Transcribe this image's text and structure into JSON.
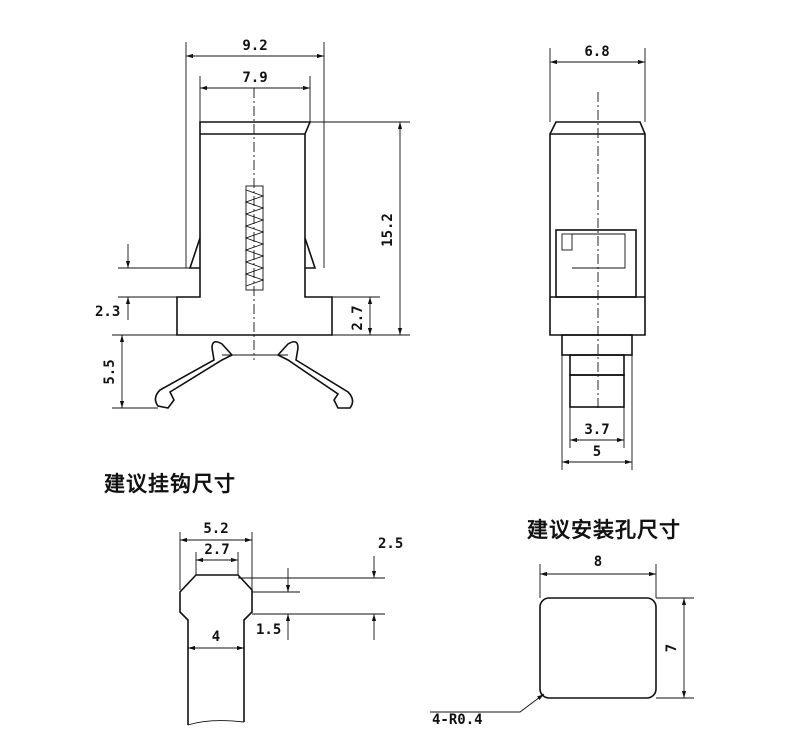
{
  "headings": {
    "hook_size": "建议挂钩尺寸",
    "hole_size": "建议安装孔尺寸"
  },
  "front_view": {
    "width_outer": "9.2",
    "width_inner": "7.9",
    "height_total": "15.2",
    "flange_step": "2.3",
    "flange_height": "2.7",
    "clip_height": "5.5"
  },
  "side_view": {
    "width": "6.8",
    "width_inner": "3.7",
    "width_outer": "5"
  },
  "hook": {
    "top_outer": "5.2",
    "top_inner": "2.7",
    "neck_width": "4",
    "height_a": "2.5",
    "height_b": "1.5"
  },
  "hole": {
    "width": "8",
    "height": "7",
    "corner_radius": "4-R0.4"
  }
}
